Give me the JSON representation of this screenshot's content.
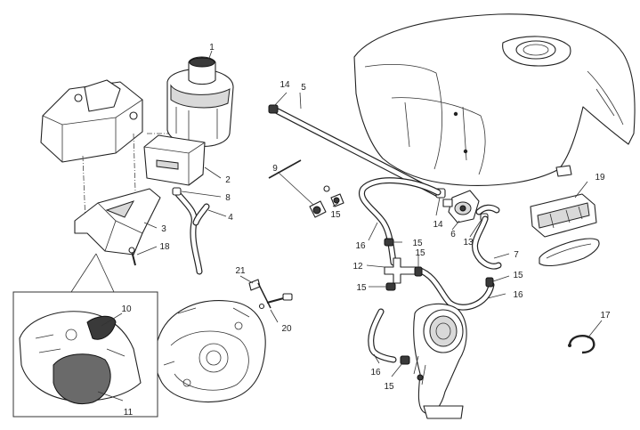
{
  "figure": {
    "title": "Fuel tank evaporative emission system exploded parts diagram"
  },
  "callouts": [
    {
      "id": "c1",
      "label": "1"
    },
    {
      "id": "c2",
      "label": "2"
    },
    {
      "id": "c3",
      "label": "3"
    },
    {
      "id": "c4",
      "label": "4"
    },
    {
      "id": "c5",
      "label": "5"
    },
    {
      "id": "c6",
      "label": "6"
    },
    {
      "id": "c7",
      "label": "7"
    },
    {
      "id": "c8",
      "label": "8"
    },
    {
      "id": "c9",
      "label": "9"
    },
    {
      "id": "c10",
      "label": "10"
    },
    {
      "id": "c11",
      "label": "11"
    },
    {
      "id": "c12",
      "label": "12"
    },
    {
      "id": "c13",
      "label": "13"
    },
    {
      "id": "c14a",
      "label": "14"
    },
    {
      "id": "c14b",
      "label": "14"
    },
    {
      "id": "c15a",
      "label": "15"
    },
    {
      "id": "c15b",
      "label": "15"
    },
    {
      "id": "c15c",
      "label": "15"
    },
    {
      "id": "c15d",
      "label": "15"
    },
    {
      "id": "c15e",
      "label": "15"
    },
    {
      "id": "c15f",
      "label": "15"
    },
    {
      "id": "c16a",
      "label": "16"
    },
    {
      "id": "c16b",
      "label": "16"
    },
    {
      "id": "c16c",
      "label": "16"
    },
    {
      "id": "c17",
      "label": "17"
    },
    {
      "id": "c18",
      "label": "18"
    },
    {
      "id": "c19",
      "label": "19"
    },
    {
      "id": "c20",
      "label": "20"
    },
    {
      "id": "c21",
      "label": "21"
    }
  ]
}
